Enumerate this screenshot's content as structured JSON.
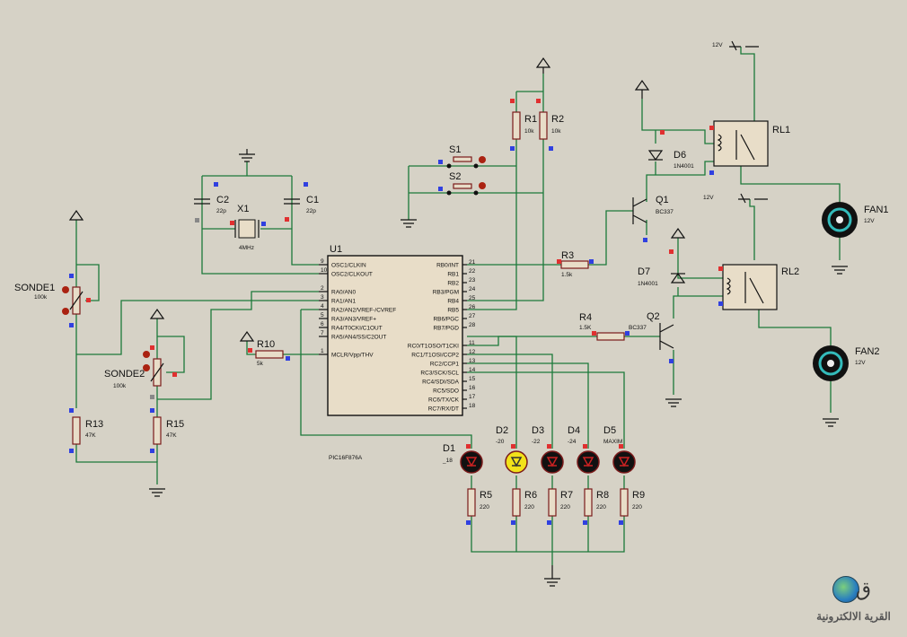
{
  "chip": {
    "ref": "U1",
    "part": "PIC16F876A",
    "left_pins": [
      [
        "9",
        "OSC1/CLKIN"
      ],
      [
        "10",
        "OSC2/CLKOUT"
      ],
      [
        "2",
        "RA0/AN0"
      ],
      [
        "3",
        "RA1/AN1"
      ],
      [
        "4",
        "RA2/AN2/VREF-/CVREF"
      ],
      [
        "5",
        "RA3/AN3/VREF+"
      ],
      [
        "6",
        "RA4/T0CKI/C1OUT"
      ],
      [
        "7",
        "RA5/AN4/SS/C2OUT"
      ],
      [
        "1",
        "MCLR/Vpp/THV"
      ]
    ],
    "right_pins": [
      [
        "21",
        "RB0/INT"
      ],
      [
        "22",
        "RB1"
      ],
      [
        "23",
        "RB2"
      ],
      [
        "24",
        "RB3/PGM"
      ],
      [
        "25",
        "RB4"
      ],
      [
        "26",
        "RB5"
      ],
      [
        "27",
        "RB6/PGC"
      ],
      [
        "28",
        "RB7/PGD"
      ],
      [
        "11",
        "RC0/T1OSO/T1CKI"
      ],
      [
        "12",
        "RC1/T1OSI/CCP2"
      ],
      [
        "13",
        "RC2/CCP1"
      ],
      [
        "14",
        "RC3/SCK/SCL"
      ],
      [
        "15",
        "RC4/SDI/SDA"
      ],
      [
        "16",
        "RC5/SDO"
      ],
      [
        "17",
        "RC6/TX/CK"
      ],
      [
        "18",
        "RC7/RX/DT"
      ]
    ]
  },
  "parts": {
    "C2": "C2",
    "C2v": "22p",
    "C1": "C1",
    "C1v": "22p",
    "X1": "X1",
    "X1v": "4MHz",
    "R1": "R1",
    "R1v": "10k",
    "R2": "R2",
    "R2v": "10k",
    "S1": "S1",
    "S2": "S2",
    "R3": "R3",
    "R3v": "1.5k",
    "R4": "R4",
    "R4v": "1.5K",
    "R10": "R10",
    "R10v": "5k",
    "Q1": "Q1",
    "Q1v": "BC337",
    "Q2": "Q2",
    "Q2v": "BC337",
    "D6": "D6",
    "D6v": "1N4001",
    "D7": "D7",
    "D7v": "1N4001",
    "RL1": "RL1",
    "RL2": "RL2",
    "FAN1": "FAN1",
    "FAN1v": "12V",
    "FAN2": "FAN2",
    "FAN2v": "12V",
    "V1": "12V",
    "V2": "12V",
    "SONDE1": "SONDE1",
    "SONDE1v": "100k",
    "SONDE2": "SONDE2",
    "SONDE2v": "100k",
    "R13": "R13",
    "R13v": "47K",
    "R15": "R15",
    "R15v": "47K",
    "D1": "D1",
    "D1v": "_18",
    "D2": "D2",
    "D2v": "-20",
    "D3": "D3",
    "D3v": "-22",
    "D4": "D4",
    "D4v": "-24",
    "D5": "D5",
    "D5v": "MAXIM",
    "R5": "R5",
    "R5v": "220",
    "R6": "R6",
    "R6v": "220",
    "R7": "R7",
    "R7v": "220",
    "R8": "R8",
    "R8v": "220",
    "R9": "R9",
    "R9v": "220"
  },
  "logo": {
    "text": "القرية الالكترونية"
  }
}
